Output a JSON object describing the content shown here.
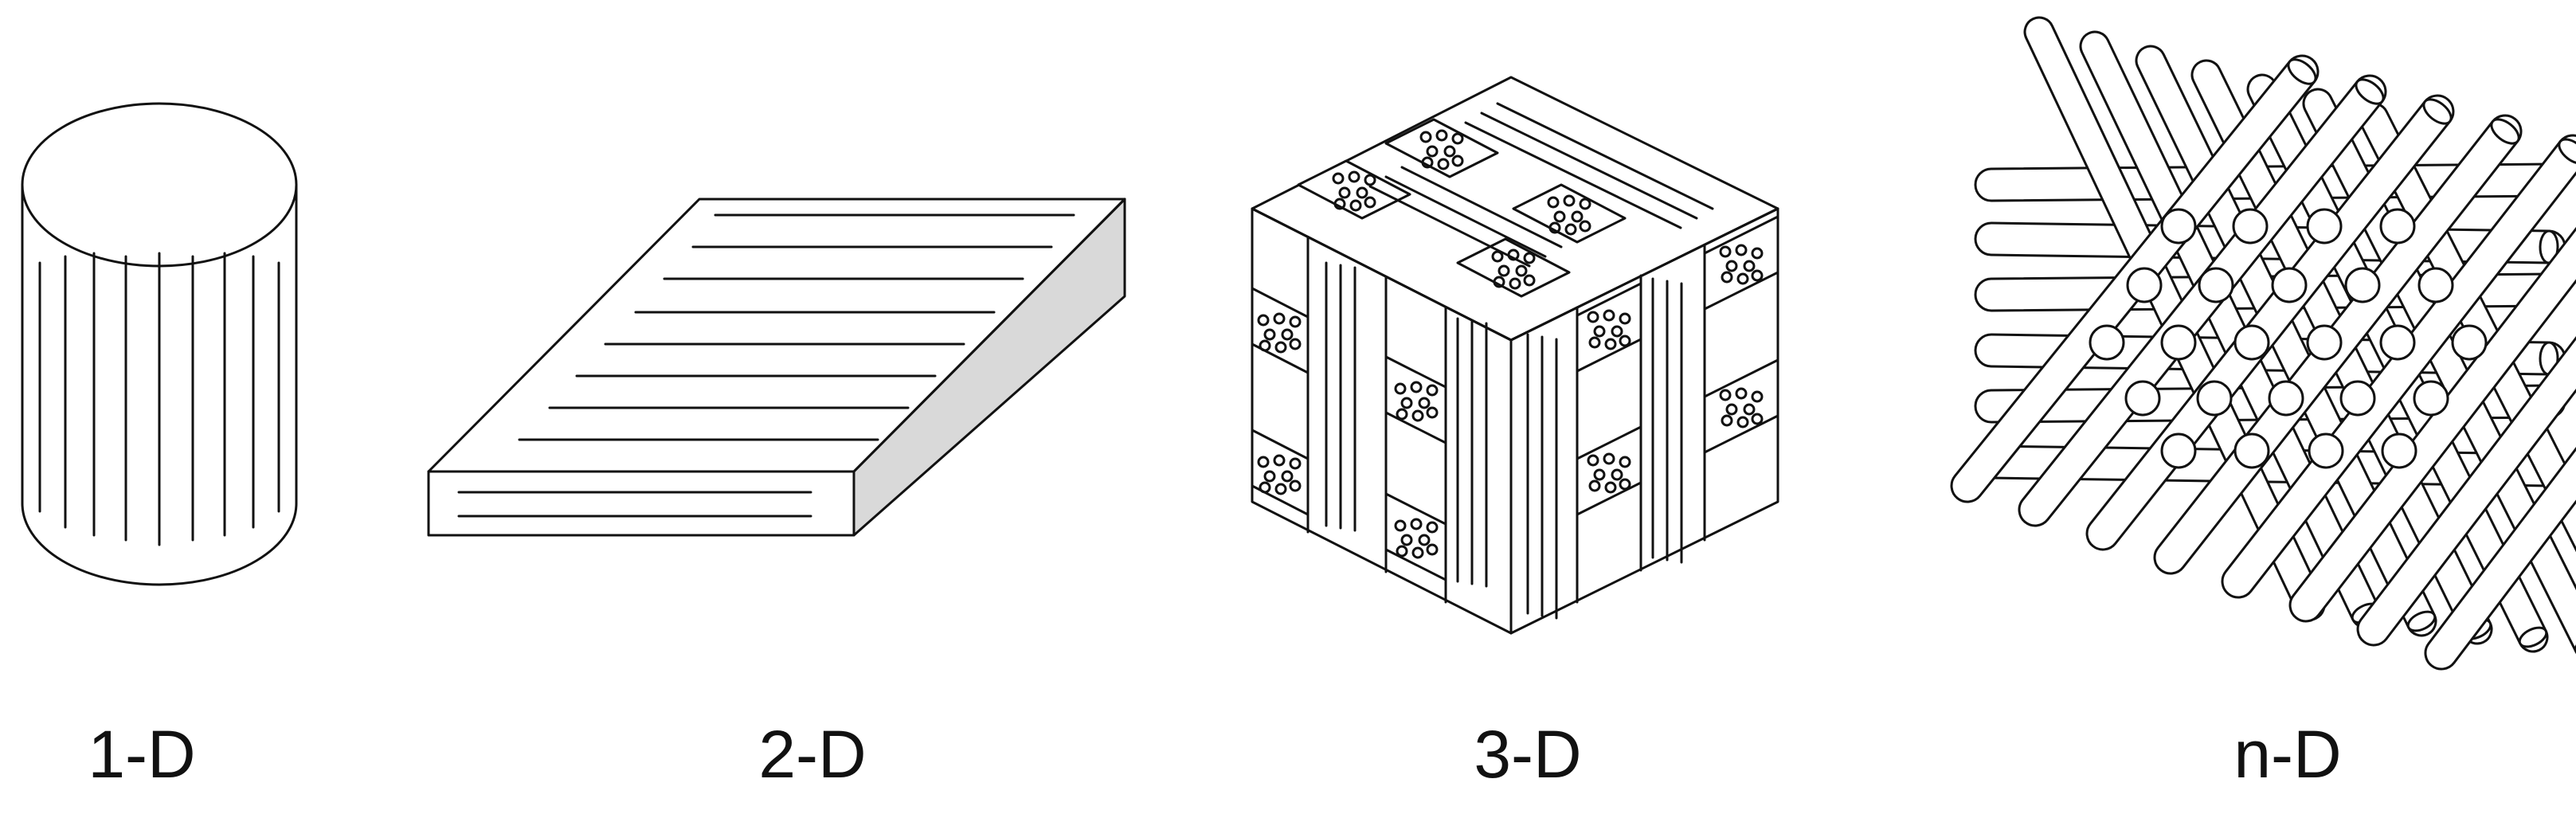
{
  "figure": {
    "colors": {
      "stroke": "#111111",
      "background": "#ffffff",
      "face_shade": "#d9d9d9"
    },
    "panels": [
      {
        "label": "1-D",
        "icon": "cylinder-with-axial-fibers-icon"
      },
      {
        "label": "2-D",
        "icon": "plate-with-layered-fibers-icon"
      },
      {
        "label": "3-D",
        "icon": "block-with-orthogonal-weave-icon"
      },
      {
        "label": "n-D",
        "icon": "multidirectional-rod-bundle-icon"
      }
    ]
  }
}
